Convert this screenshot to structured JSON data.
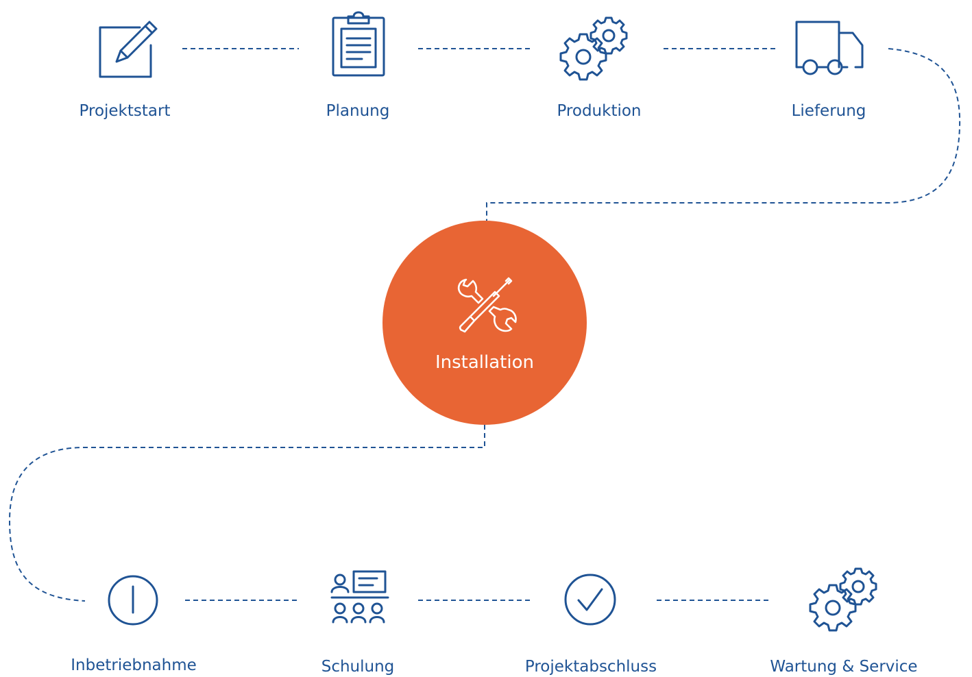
{
  "colors": {
    "primary": "#1f5394",
    "accent": "#e86534",
    "background": "#ffffff"
  },
  "steps_top": [
    {
      "label": "Projektstart",
      "icon": "pencil-square-icon"
    },
    {
      "label": "Planung",
      "icon": "clipboard-icon"
    },
    {
      "label": "Produktion",
      "icon": "gears-icon"
    },
    {
      "label": "Lieferung",
      "icon": "truck-icon"
    }
  ],
  "center_step": {
    "label": "Installation",
    "icon": "wrench-screwdriver-icon"
  },
  "steps_bottom": [
    {
      "label": "Inbetriebnahme",
      "icon": "power-icon"
    },
    {
      "label": "Schulung",
      "icon": "training-board-icon"
    },
    {
      "label": "Projektabschluss",
      "icon": "checkmark-circle-icon"
    },
    {
      "label": "Wartung & Service",
      "icon": "gears-icon"
    }
  ]
}
